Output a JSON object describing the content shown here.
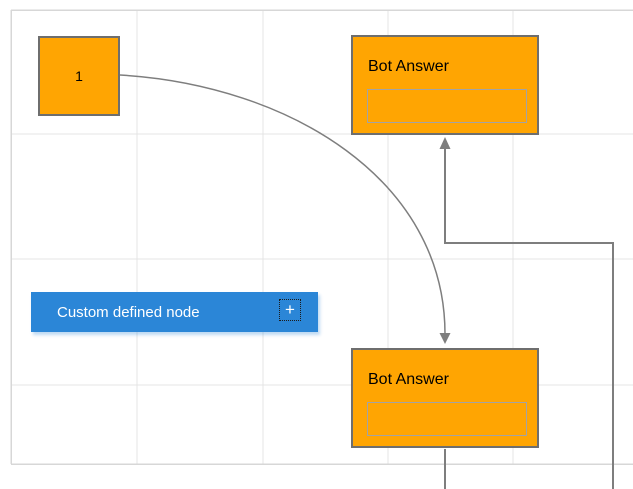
{
  "colors": {
    "canvas-bg": "#ffffff",
    "grid-line": "#e4e4e4",
    "grid-border": "#d7d7d7",
    "node-orange": "#ffa502",
    "node-border": "#6e6e6e",
    "field-border": "#a3a3a3",
    "node-text": "#000000",
    "accent-blue": "#2b86d7",
    "accent-text": "#ffffff",
    "connector": "#7e7e7e"
  },
  "nodes": {
    "start": {
      "label": "1"
    },
    "bot_answer_top": {
      "title": "Bot Answer",
      "field_value": ""
    },
    "bot_answer_bottom": {
      "title": "Bot Answer",
      "field_value": ""
    },
    "custom": {
      "label": "Custom defined node",
      "icon": "plus-icon",
      "icon_glyph": "+"
    }
  },
  "connectors": [
    {
      "id": "curved-connector",
      "from": "start",
      "to": "bot_answer_bottom",
      "style": "bezier",
      "arrow": "target"
    },
    {
      "id": "orthogonal-connector",
      "to": "bot_answer_top",
      "style": "orthogonal",
      "arrow": "target"
    },
    {
      "id": "stub-connector",
      "from": "bot_answer_bottom",
      "style": "straight",
      "arrow": "none"
    }
  ]
}
